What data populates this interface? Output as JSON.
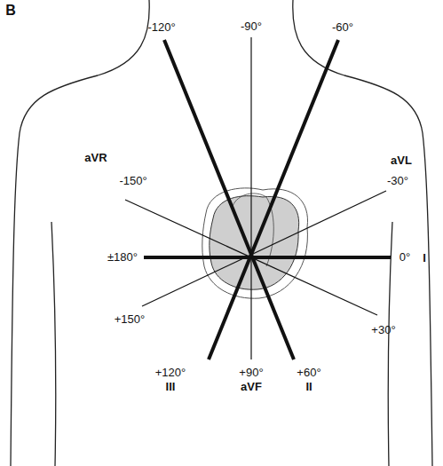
{
  "diagram": {
    "labels": [
      "B",
      "-90°",
      "-120°",
      "-60°",
      "aVR",
      "-150°",
      "aVL",
      "-30°",
      "±180°",
      "0°",
      "I",
      "+150°",
      "+30°",
      "+120°",
      "III",
      "+60°",
      "II",
      "+90°",
      "aVF"
    ]
  }
}
